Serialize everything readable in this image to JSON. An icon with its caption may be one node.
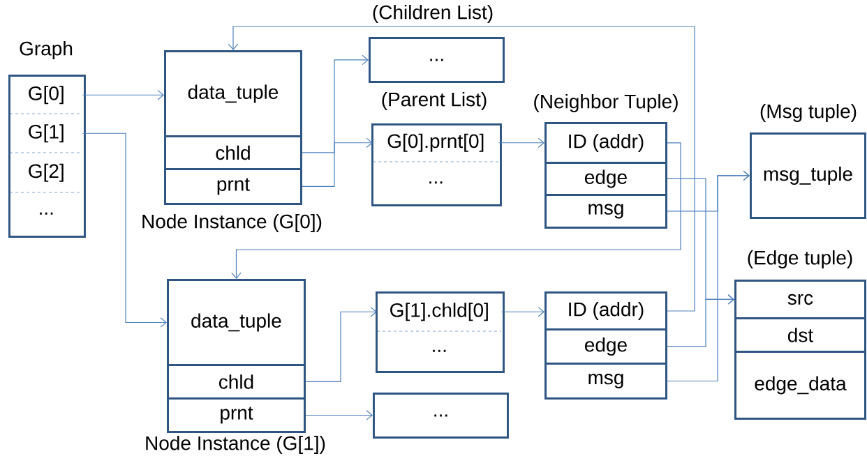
{
  "diagram": {
    "nodes": [
      {
        "text": [
          "Graph"
        ]
      },
      {
        "text": [
          "G[0]"
        ],
        "in": 0
      },
      {
        "text": [
          "G[1]"
        ],
        "in": 0
      },
      {
        "text": [
          "G[2]"
        ],
        "in": 0
      },
      {
        "text": [
          "..."
        ],
        "in": 0
      },
      {
        "text": [
          "Node Instance (G[0])"
        ]
      },
      {
        "text": [
          "data_tuple"
        ],
        "in": 5
      },
      {
        "text": [
          "chld"
        ],
        "in": 5
      },
      {
        "text": [
          "prnt"
        ],
        "in": 5
      },
      {
        "text": [
          "(Children List)",
          "..."
        ]
      },
      {
        "text": [
          "(Parent List)"
        ]
      },
      {
        "text": [
          "G[0].prnt[0]"
        ],
        "in": 10
      },
      {
        "text": [
          "..."
        ],
        "in": 10
      },
      {
        "text": [
          "(Neighbor Tuple)"
        ]
      },
      {
        "text": [
          "ID (addr)"
        ],
        "in": 13
      },
      {
        "text": [
          "edge"
        ],
        "in": 13
      },
      {
        "text": [
          "msg"
        ],
        "in": 13
      },
      {
        "text": [
          "(Msg tuple)",
          "msg_tuple"
        ]
      },
      {
        "text": [
          "Node Instance (G[1])"
        ]
      },
      {
        "text": [
          "data_tuple"
        ],
        "in": 18
      },
      {
        "text": [
          "chld"
        ],
        "in": 18
      },
      {
        "text": [
          "prnt"
        ],
        "in": 18
      },
      {
        "text": [],
        "shape": "box"
      },
      {
        "text": [
          "G[1].chld[0]"
        ],
        "in": 22
      },
      {
        "text": [
          "..."
        ],
        "in": 22
      },
      {
        "text": [],
        "shape": "box"
      },
      {
        "text": [
          "ID (addr)"
        ],
        "in": 25
      },
      {
        "text": [
          "edge"
        ],
        "in": 25
      },
      {
        "text": [
          "msg"
        ],
        "in": 25
      },
      {
        "text": [
          "..."
        ]
      },
      {
        "text": [
          "(Edge tuple)"
        ]
      },
      {
        "text": [
          "src"
        ],
        "in": 30
      },
      {
        "text": [
          "dst"
        ],
        "in": 30
      },
      {
        "text": [
          "edge_data"
        ],
        "in": 30
      }
    ],
    "edges": [
      {
        "from": 1,
        "to": 6,
        "arrow": "to"
      },
      {
        "from": 2,
        "to": 19,
        "arrow": "to"
      },
      {
        "from": 7,
        "to": 9,
        "arrow": "to"
      },
      {
        "from": 8,
        "to": 11,
        "arrow": "to"
      },
      {
        "from": 11,
        "to": 14,
        "arrow": "to"
      },
      {
        "from": 26,
        "to": 6,
        "arrow": "to"
      },
      {
        "from": 14,
        "to": 19,
        "arrow": "to"
      },
      {
        "from": 15,
        "to": 31,
        "arrow": "to"
      },
      {
        "from": 27,
        "to": 31,
        "arrow": "to"
      },
      {
        "from": 16,
        "to": 17,
        "arrow": "to"
      },
      {
        "from": 28,
        "to": 17,
        "arrow": "to"
      },
      {
        "from": 20,
        "to": 23,
        "arrow": "to"
      },
      {
        "from": 23,
        "to": 26,
        "arrow": "to"
      },
      {
        "from": 21,
        "to": 29,
        "arrow": "to"
      }
    ]
  }
}
